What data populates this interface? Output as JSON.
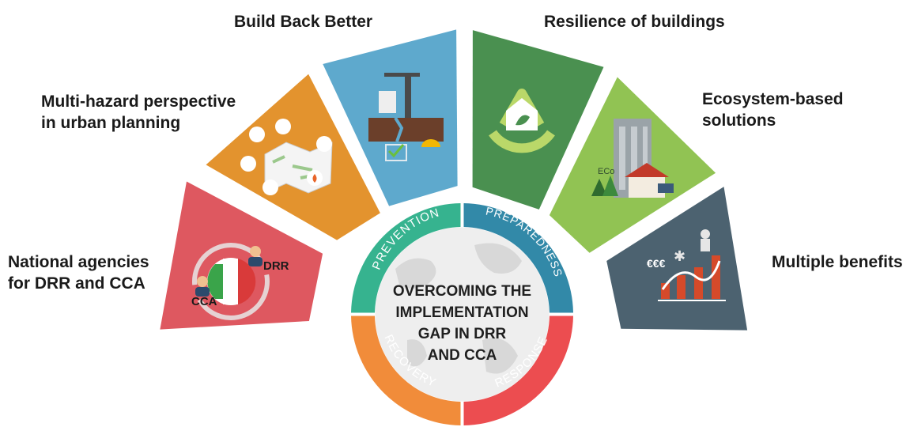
{
  "labels": {
    "national_agencies": "National agencies\nfor DRR and CCA",
    "multi_hazard": "Multi-hazard perspective\nin urban planning",
    "build_back_better": "Build Back Better",
    "resilience_buildings": "Resilience of buildings",
    "ecosystem_based": "Ecosystem-based\nsolutions",
    "multiple_benefits": "Multiple benefits"
  },
  "wedge_text": {
    "drr": "DRR",
    "cca": "CCA",
    "eco": "ECo",
    "euro": "€€€"
  },
  "center": {
    "title_lines": [
      "OVERCOMING THE",
      "IMPLEMENTATION",
      "GAP IN DRR",
      "AND CCA"
    ],
    "ring": {
      "prevention": "PREVENTION",
      "preparedness": "PREPAREDNESS",
      "response": "RESPONSE",
      "recovery": "RECOVERY"
    }
  },
  "colors": {
    "national_agencies": "#de5860",
    "multi_hazard": "#e3932e",
    "build_back_better": "#5ea9cd",
    "resilience_buildings": "#4a9050",
    "ecosystem_based": "#91c353",
    "multiple_benefits": "#4c6270",
    "prevention": "#36b38f",
    "preparedness": "#3289a8",
    "response": "#ec4d50",
    "recovery": "#f18c3a"
  }
}
